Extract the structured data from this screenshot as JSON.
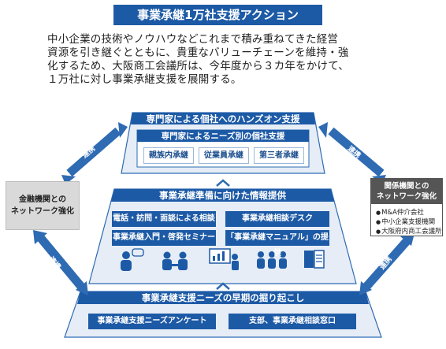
{
  "title": "事業承継1万社支援アクション",
  "intro_lines": [
    "中小企業の技術やノウハウなどこれまで積み重ねてきた経営",
    "資源を引き継ぐとともに、貴重なバリューチェーンを維持・強",
    "化するため、大阪商工会議所は、今年度から３カ年をかけて、",
    "１万社に対し事業承継支援を展開する。"
  ],
  "tier_top": {
    "header": "専門家による個社へのハンズオン支援",
    "inner_header": "専門家によるニーズ別の個社支援",
    "chips": [
      "親族内承継",
      "従業員承継",
      "第三者承継"
    ]
  },
  "tier_mid": {
    "header": "事業承継準備に向けた情報提供",
    "chips": [
      "電話・訪問・面談による相談",
      "事業承継相談デスク",
      "事業承継入門・啓発セミナー",
      "「事業承継マニュアル」の提供"
    ]
  },
  "tier_bottom": {
    "header": "事業承継支援ニーズの早期の掘り起こし",
    "chips": [
      "事業承継支援ニーズアンケート",
      "支部、事業承継相談窓口"
    ]
  },
  "left_box": {
    "line1": "金融機関との",
    "line2": "ネットワーク強化"
  },
  "right_box": {
    "header_line1": "関係機関との",
    "header_line2": "ネットワーク強化",
    "items": [
      "M&A仲介会社",
      "中小企業支援機関",
      "大阪府内商工会議所"
    ]
  },
  "link_label": "連携",
  "colors": {
    "primary": "#1d5aa6",
    "light_fill": "#e6edf6",
    "arrow": "#2e6bb3",
    "gray_box": "#d9d9d9",
    "dark_header": "#555555"
  },
  "icons": [
    "consultation-icon",
    "meeting-icon",
    "seminar-icon",
    "audience-icon",
    "manual-icon"
  ]
}
